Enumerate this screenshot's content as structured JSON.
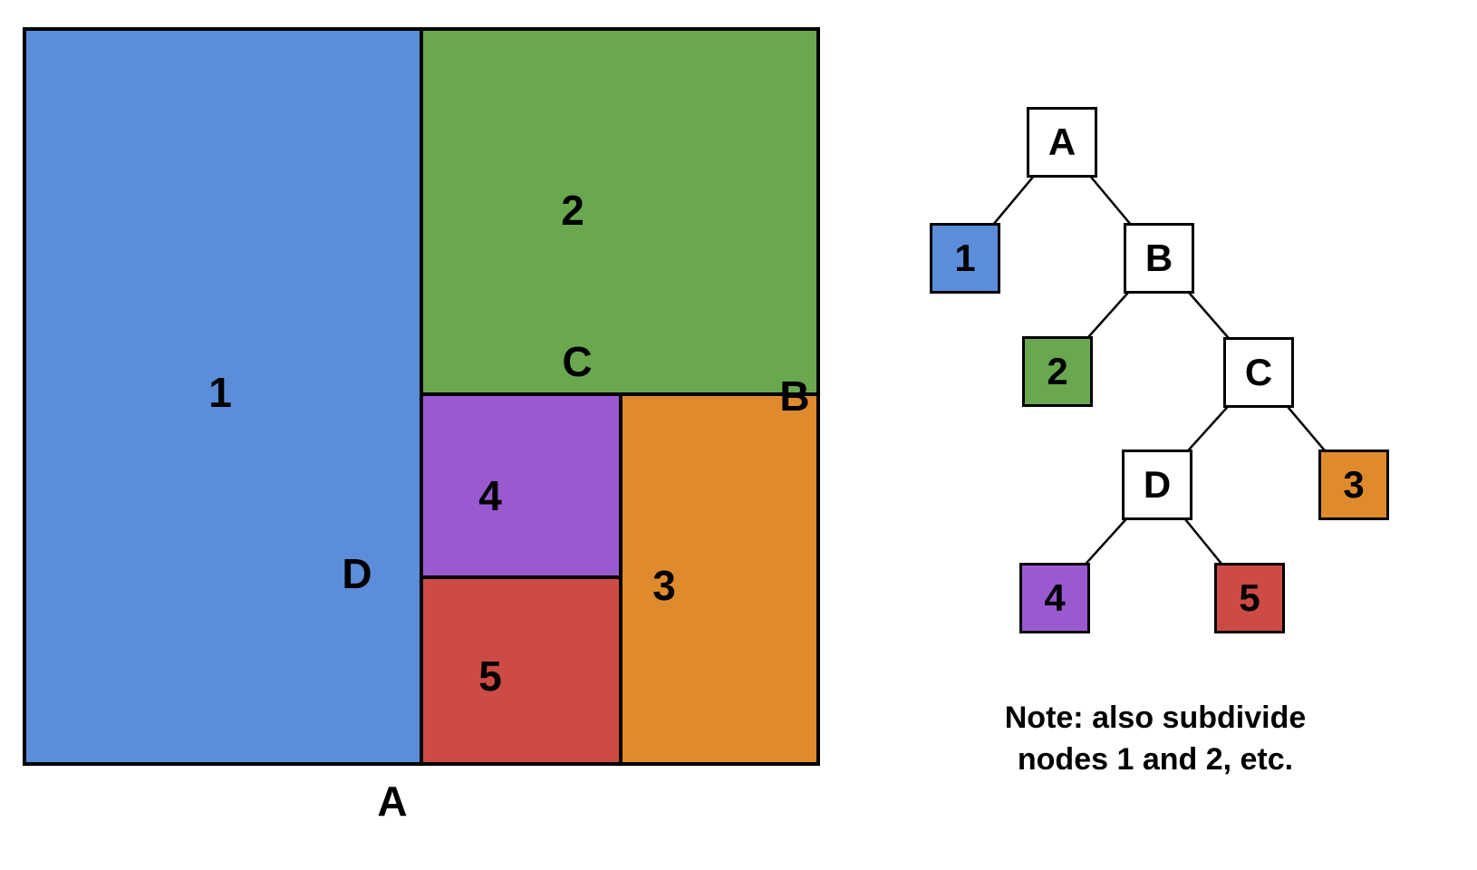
{
  "partition": {
    "regions": [
      {
        "id": "1",
        "label": "1",
        "color": "#5b8dd9"
      },
      {
        "id": "2",
        "label": "2",
        "color": "#6aa84f"
      },
      {
        "id": "3",
        "label": "3",
        "color": "#e08a2e"
      },
      {
        "id": "4",
        "label": "4",
        "color": "#9b59d0"
      },
      {
        "id": "5",
        "label": "5",
        "color": "#cc4b44"
      }
    ],
    "splits": [
      {
        "id": "A",
        "label": "A",
        "orientation": "vertical"
      },
      {
        "id": "B",
        "label": "B",
        "orientation": "horizontal"
      },
      {
        "id": "C",
        "label": "C",
        "orientation": "vertical"
      },
      {
        "id": "D",
        "label": "D",
        "orientation": "horizontal"
      }
    ]
  },
  "tree": {
    "nodes": [
      {
        "id": "A",
        "label": "A",
        "type": "internal",
        "color": "#ffffff"
      },
      {
        "id": "1",
        "label": "1",
        "type": "leaf",
        "color": "#5b8dd9"
      },
      {
        "id": "B",
        "label": "B",
        "type": "internal",
        "color": "#ffffff"
      },
      {
        "id": "2",
        "label": "2",
        "type": "leaf",
        "color": "#6aa84f"
      },
      {
        "id": "C",
        "label": "C",
        "type": "internal",
        "color": "#ffffff"
      },
      {
        "id": "D",
        "label": "D",
        "type": "internal",
        "color": "#ffffff"
      },
      {
        "id": "3",
        "label": "3",
        "type": "leaf",
        "color": "#e08a2e"
      },
      {
        "id": "4",
        "label": "4",
        "type": "leaf",
        "color": "#9b59d0"
      },
      {
        "id": "5",
        "label": "5",
        "type": "leaf",
        "color": "#cc4b44"
      }
    ],
    "edges": [
      [
        "A",
        "1"
      ],
      [
        "A",
        "B"
      ],
      [
        "B",
        "2"
      ],
      [
        "B",
        "C"
      ],
      [
        "C",
        "D"
      ],
      [
        "C",
        "3"
      ],
      [
        "D",
        "4"
      ],
      [
        "D",
        "5"
      ]
    ]
  },
  "note": {
    "line1": "Note: also subdivide",
    "line2": "nodes 1 and 2, etc."
  }
}
